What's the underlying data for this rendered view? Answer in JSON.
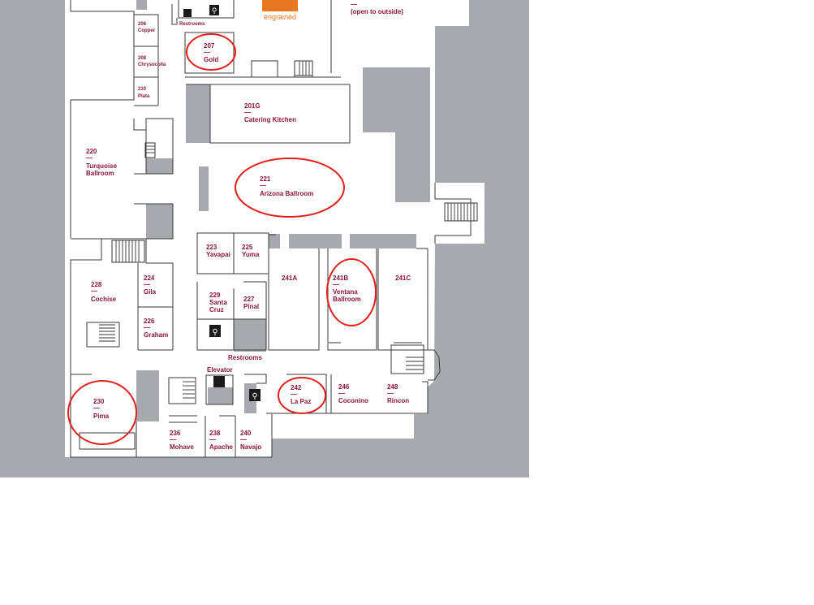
{
  "map": {
    "colors": {
      "outside_gray": "#a8a9ad",
      "room_text": "#8a1538",
      "highlight": "#e0201b",
      "logo_orange": "#e87722"
    },
    "logo_text": "engrained",
    "top_note": "(open to outside)",
    "restrooms_top": "Restrooms",
    "restrooms_center": "Restrooms",
    "elevator": "Elevator",
    "rooms": {
      "r206": {
        "num": "206",
        "name": "Copper"
      },
      "r207": {
        "num": "207",
        "name": "Gold"
      },
      "r208": {
        "num": "208",
        "name": "Chrysocolla"
      },
      "r210": {
        "num": "210",
        "name": "Plata"
      },
      "r201g": {
        "num": "201G",
        "name": "Catering Kitchen"
      },
      "r220": {
        "num": "220",
        "name1": "Turquoise",
        "name2": "Ballroom"
      },
      "r221": {
        "num": "221",
        "name": "Arizona Ballroom"
      },
      "r223": {
        "num": "223",
        "name": "Yavapai"
      },
      "r225": {
        "num": "225",
        "name": "Yuma"
      },
      "r228": {
        "num": "228",
        "name": "Cochise"
      },
      "r224": {
        "num": "224",
        "name": "Gila"
      },
      "r226": {
        "num": "226",
        "name": "Graham"
      },
      "r229": {
        "num": "229",
        "name1": "Santa",
        "name2": "Cruz"
      },
      "r227": {
        "num": "227",
        "name": "Pinal"
      },
      "r241a": {
        "num": "241A"
      },
      "r241b": {
        "num": "241B",
        "name1": "Ventana",
        "name2": "Ballroom"
      },
      "r241c": {
        "num": "241C"
      },
      "r242": {
        "num": "242",
        "name": "La Paz"
      },
      "r246": {
        "num": "246",
        "name": "Coconino"
      },
      "r248": {
        "num": "248",
        "name": "Rincon"
      },
      "r230": {
        "num": "230",
        "name": "Pima"
      },
      "r236": {
        "num": "236",
        "name": "Mohave"
      },
      "r238": {
        "num": "238",
        "name": "Apache"
      },
      "r240": {
        "num": "240",
        "name": "Navajo"
      }
    },
    "highlighted_rooms": [
      "207",
      "221",
      "241B",
      "242",
      "230"
    ]
  }
}
